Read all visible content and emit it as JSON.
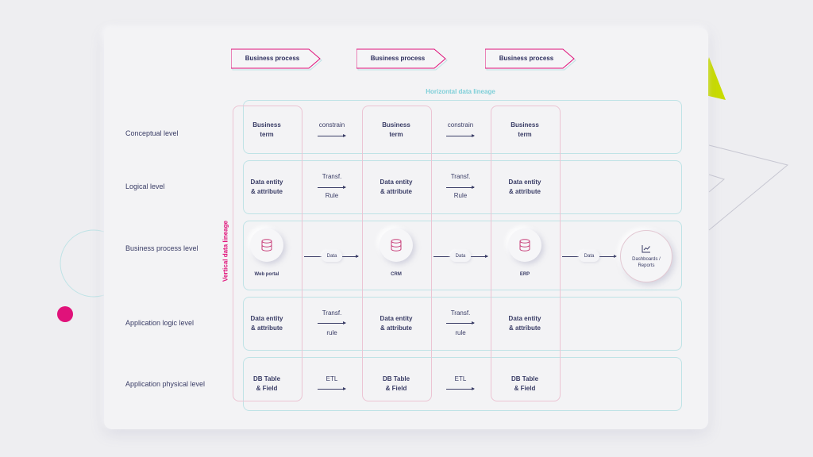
{
  "colors": {
    "pink_accent": "#e0127a",
    "teal_accent": "#7fcfd8",
    "lime_accent": "#c9dc00",
    "text": "#3a3d66"
  },
  "business_processes": [
    "Business process",
    "Business process",
    "Business process"
  ],
  "horizontal_label": "Horizontal data lineage",
  "vertical_label": "Vertical data lineage",
  "levels": [
    {
      "label": "Conceptual level",
      "cells": [
        "Business\nterm",
        "Business\nterm",
        "Business\nterm"
      ],
      "connectors": [
        {
          "top": "constrain",
          "bottom": ""
        },
        {
          "top": "constrain",
          "bottom": ""
        }
      ]
    },
    {
      "label": "Logical level",
      "cells": [
        "Data entity\n& attribute",
        "Data entity\n& attribute",
        "Data entity\n& attribute"
      ],
      "connectors": [
        {
          "top": "Transf.",
          "bottom": "Rule"
        },
        {
          "top": "Transf.",
          "bottom": "Rule"
        }
      ]
    },
    {
      "label": "Business process level",
      "systems": [
        "Web portal",
        "CRM",
        "ERP"
      ],
      "connectors": [
        "Data",
        "Data",
        "Data"
      ],
      "endpoint": "Dashboards /\nReports"
    },
    {
      "label": "Application logic level",
      "cells": [
        "Data entity\n& attribute",
        "Data entity\n& attribute",
        "Data entity\n& attribute"
      ],
      "connectors": [
        {
          "top": "Transf.",
          "bottom": "rule"
        },
        {
          "top": "Transf.",
          "bottom": "rule"
        }
      ]
    },
    {
      "label": "Application physical level",
      "cells": [
        "DB Table\n& Field",
        "DB Table\n& Field",
        "DB Table\n& Field"
      ],
      "connectors": [
        {
          "top": "ETL",
          "bottom": ""
        },
        {
          "top": "ETL",
          "bottom": ""
        }
      ]
    }
  ],
  "icons": {
    "system": "database-icon",
    "endpoint": "chart-line-icon"
  }
}
